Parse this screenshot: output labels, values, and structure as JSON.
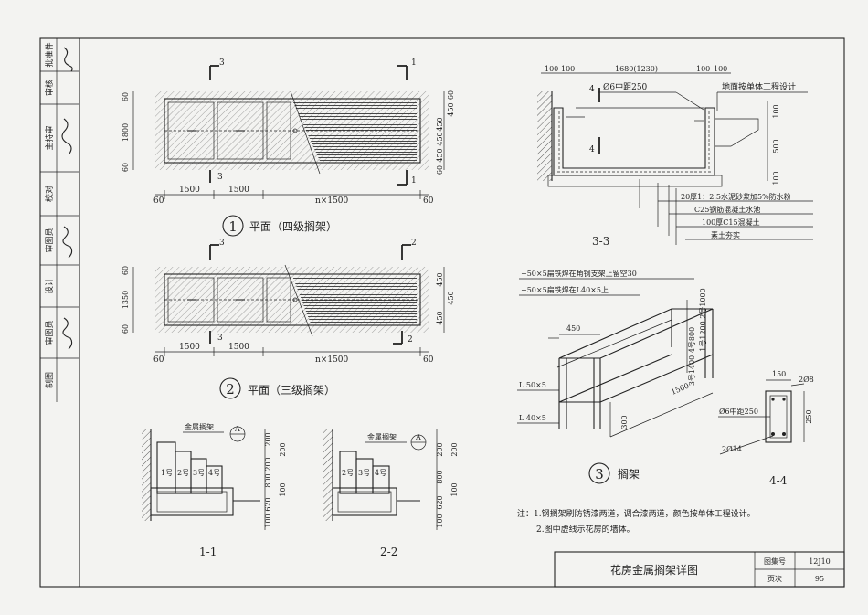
{
  "sidebar": {
    "rows": [
      "批准件",
      "审核",
      "主持审",
      "校对",
      "审图员",
      "设计",
      "审图员",
      "制图"
    ],
    "sig": [
      "张志",
      "",
      "李娟",
      "",
      "王伟",
      "",
      "王伟",
      ""
    ]
  },
  "plan1": {
    "title_num": "1",
    "title": "平面（四级搁架）",
    "dims_bottom": [
      "60",
      "1500",
      "1500",
      "n×1500",
      "60"
    ],
    "dims_left": [
      "60",
      "1800",
      "60"
    ],
    "dims_right": [
      "60",
      "450",
      "450",
      "450",
      "450",
      "60"
    ],
    "cuts": [
      "3",
      "1",
      "3",
      "1"
    ]
  },
  "plan2": {
    "title_num": "2",
    "title": "平面（三级搁架）",
    "dims_bottom": [
      "60",
      "1500",
      "1500",
      "n×1500",
      "60"
    ],
    "dims_left": [
      "60",
      "1350",
      "60"
    ],
    "dims_right": [
      "450",
      "450",
      "450"
    ],
    "cuts": [
      "3",
      "2",
      "3",
      "2"
    ]
  },
  "sec11": {
    "label": "1-1",
    "tag": "金属搁架",
    "ref": "A",
    "steps": [
      "1号",
      "2号",
      "3号",
      "4号"
    ],
    "dims": [
      "200",
      "200",
      "200",
      "800",
      "620",
      "100",
      "100"
    ]
  },
  "sec22": {
    "label": "2-2",
    "tag": "金属搁架",
    "ref": "A",
    "steps": [
      "2号",
      "3号",
      "4号"
    ],
    "dims": [
      "200",
      "200",
      "800",
      "620",
      "100",
      "100"
    ]
  },
  "sec33": {
    "label": "3-3",
    "top_dims": [
      "100",
      "100",
      "1680(1230)",
      "100",
      "100"
    ],
    "rebar": "Ø6中距250",
    "cut": "4",
    "note_top": "地面按单体工程设计",
    "notes": [
      "20厚1：2.5水泥砂浆加5%防水粉",
      "C25钢筋混凝土水池",
      "100厚C15混凝土",
      "素土夯实"
    ],
    "right_dims": [
      "100",
      "500",
      "100"
    ]
  },
  "rack": {
    "title_num": "3",
    "title": "搁架",
    "note1": "−50×5扁铁焊在角钢支架上留空30",
    "note2": "−50×5扁铁焊在L40×5上",
    "left1": "L 50×5",
    "left2": "L 40×5",
    "dims": [
      "450",
      "1500",
      "300",
      "3号1400 4号800",
      "1号1200 2号1000"
    ]
  },
  "sec44": {
    "label": "4-4",
    "rebar_top": "2Ø8",
    "rebar": "Ø6中距250",
    "rebar_bot": "2Ø14",
    "w": "150",
    "h": "250"
  },
  "notes": {
    "line1": "注：1.钢搁架刷防锈漆两道，调合漆两道，颜色按单体工程设计。",
    "line2": "2.图中虚线示花房的墙体。"
  },
  "titleblock": {
    "title": "花房金属搁架详图",
    "atlas_label": "图集号",
    "atlas_val": "12J10",
    "page_label": "页次",
    "page_val": "95"
  }
}
